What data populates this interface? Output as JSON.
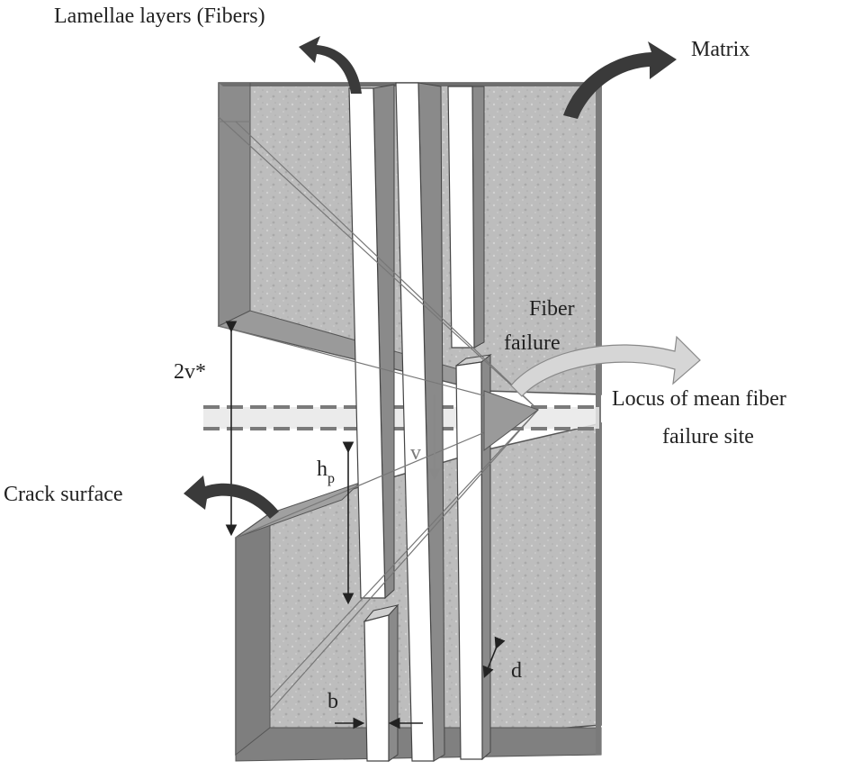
{
  "labels": {
    "lamellae": "Lamellae layers (Fibers)",
    "matrix": "Matrix",
    "fiber_failure_line1": "Fiber",
    "fiber_failure_line2": "failure",
    "locus_line1": "Locus of mean fiber",
    "locus_line2": "failure site",
    "crack_surface": "Crack surface",
    "two_v_star": "2v*",
    "h_main": "h",
    "h_sub": "p",
    "v": "v",
    "b": "b",
    "d": "d"
  },
  "colors": {
    "matrix_face": "#b9b9b9",
    "matrix_dark": "#7d7d7d",
    "fiber_face": "#ffffff",
    "fiber_side": "#8a8a8a",
    "arrow_dark": "#3a3a3a",
    "arrow_light": "#cfcfcf",
    "locus_band": "#e6e6e6",
    "dash": "#777777"
  }
}
